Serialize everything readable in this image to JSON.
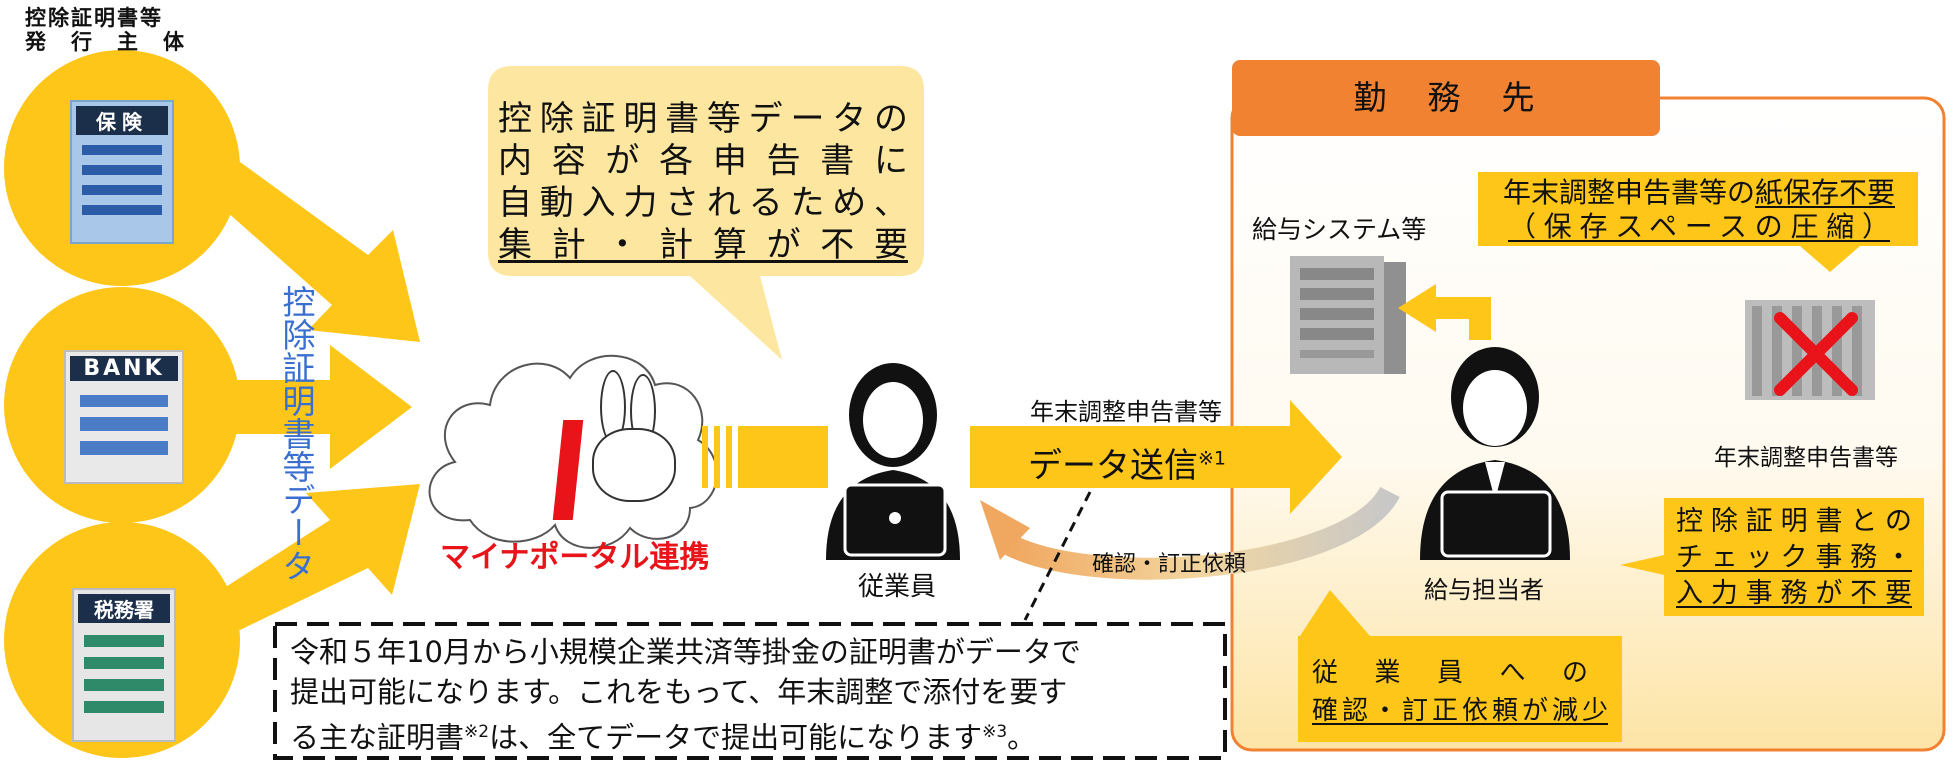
{
  "issuer_header": {
    "line1": "控除証明書等",
    "line2": "発　行　主　体"
  },
  "issuers": [
    {
      "sign": "保険",
      "icon": "insurance-building-icon"
    },
    {
      "sign": "BANK",
      "icon": "bank-building-icon"
    },
    {
      "sign": "税務署",
      "icon": "tax-office-building-icon"
    }
  ],
  "vertical_label": "控除証明書等データ",
  "bubble_top": {
    "lines": [
      "控除証明書等データの",
      "内容が各申告書に",
      "自動入力されるため、"
    ],
    "underlined": "集計・計算が不要"
  },
  "mynaportal_label": "マイナポータル連携",
  "employee_label": "従業員",
  "send_caption": "年末調整申告書等",
  "send_label": "データ送信",
  "send_note": "※1",
  "confirm_label": "確認・訂正依頼",
  "workplace": {
    "title": "勤　務　先",
    "system_label": "給与システム等",
    "paper_note": {
      "line1_plain": "年末調整申告書等の",
      "line1_underlined": "紙保存不要",
      "line2": "（保存スペースの圧縮）"
    },
    "docs_label": "年末調整申告書等",
    "check_note": {
      "line1": "控除証明書との",
      "line2": "チェック事務・",
      "line3": "入力事務が不要"
    },
    "manager_label": "給与担当者",
    "reduce_note": {
      "line1": "従業員への",
      "line2": "確認・訂正依頼が減少"
    }
  },
  "bottom_note": {
    "line1": "令和５年10月から小規模企業共済等掛金の証明書がデータで",
    "line2": "提出可能になります。これをもって、年末調整で添付を要す",
    "line3_a": "る主な証明書",
    "line3_sup1": "※2",
    "line3_b": "は、全てデータで提出可能になります",
    "line3_sup2": "※3",
    "line3_c": "。"
  },
  "colors": {
    "yellow": "#ffc61a",
    "orange": "#f08232",
    "bubble": "#fde7a0",
    "red": "#e8141a",
    "blue": "#3a6fd0"
  }
}
